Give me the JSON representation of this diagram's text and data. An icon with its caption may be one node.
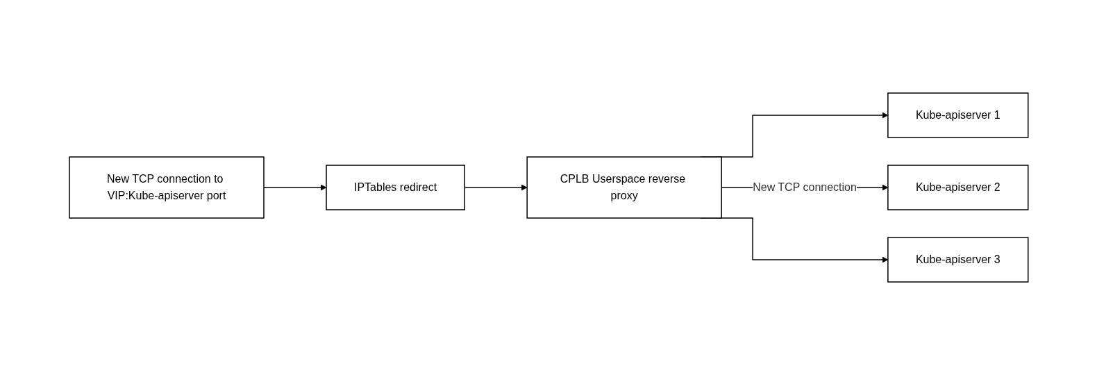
{
  "diagram": {
    "nodes": [
      {
        "text": [
          "New TCP connection to VIP:Kube-apiserver port"
        ]
      },
      {
        "text": [
          "IPTables redirect"
        ]
      },
      {
        "text": [
          "CPLB Userspace reverse proxy"
        ]
      },
      {
        "text": [
          "Kube-apiserver 1"
        ]
      },
      {
        "text": [
          "Kube-apiserver 2"
        ]
      },
      {
        "text": [
          "Kube-apiserver 3"
        ]
      }
    ],
    "edges": [
      {
        "from": 0,
        "to": 1,
        "arrow": "to"
      },
      {
        "from": 1,
        "to": 2,
        "arrow": "to"
      },
      {
        "from": 2,
        "to": 3,
        "arrow": "to"
      },
      {
        "from": 2,
        "to": 4,
        "arrow": "to",
        "label": "New TCP connection"
      },
      {
        "from": 2,
        "to": 5,
        "arrow": "to"
      }
    ]
  }
}
